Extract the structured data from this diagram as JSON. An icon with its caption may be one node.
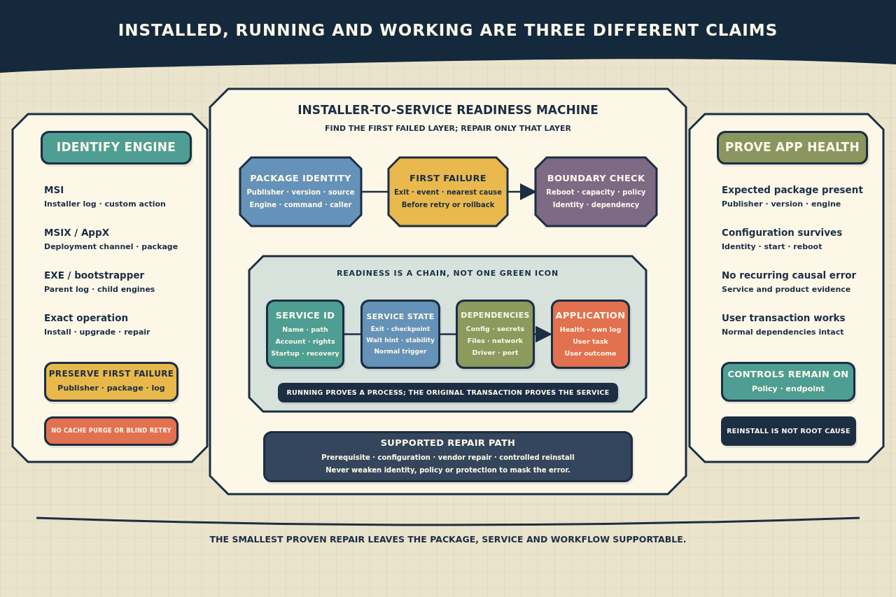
{
  "diagram": {
    "title": "INSTALLED, RUNNING AND WORKING ARE THREE DIFFERENT CLAIMS",
    "caption": "THE SMALLEST PROVEN REPAIR LEAVES THE PACKAGE, SERVICE AND WORKFLOW SUPPORTABLE.",
    "nodes": [
      {
        "text": [
          "MSI",
          "Installer log · custom action",
          "MSIX / AppX",
          "Deployment channel · package",
          "EXE / bootstrapper",
          "Parent log · child engines",
          "Exact operation",
          "Install · upgrade · repair"
        ]
      },
      {
        "text": [
          "IDENTIFY ENGINE"
        ],
        "in": 0
      },
      {
        "text": [
          "PRESERVE FIRST FAILURE",
          "Publisher · package · log"
        ],
        "in": 0
      },
      {
        "text": [
          "NO CACHE PURGE OR BLIND RETRY"
        ],
        "in": 0
      },
      {
        "text": [
          "INSTALLER-TO-SERVICE READINESS MACHINE",
          "FIND THE FIRST FAILED LAYER; REPAIR ONLY THAT LAYER"
        ]
      },
      {
        "text": [
          "PACKAGE IDENTITY",
          "Publisher · version · source",
          "Engine · command · caller"
        ],
        "in": 4
      },
      {
        "text": [
          "FIRST FAILURE",
          "Exit · event · nearest cause",
          "Before retry or rollback"
        ],
        "in": 4
      },
      {
        "text": [
          "BOUNDARY CHECK",
          "Reboot · capacity · policy",
          "Identity · dependency"
        ],
        "in": 4
      },
      {
        "text": [
          "READINESS IS A CHAIN, NOT ONE GREEN ICON"
        ],
        "in": 4
      },
      {
        "text": [
          "SERVICE ID",
          "Name · path",
          "Account · rights",
          "Startup · recovery"
        ],
        "in": 8
      },
      {
        "text": [
          "SERVICE STATE",
          "Exit · checkpoint",
          "Wait hint · stability",
          "Normal trigger"
        ],
        "in": 8
      },
      {
        "text": [
          "DEPENDENCIES",
          "Config · secrets",
          "Files · network",
          "Driver · port"
        ],
        "in": 8
      },
      {
        "text": [
          "APPLICATION",
          "Health · own log",
          "User task",
          "User outcome"
        ],
        "in": 8
      },
      {
        "text": [
          "RUNNING PROVES A PROCESS; THE ORIGINAL TRANSACTION PROVES THE SERVICE"
        ],
        "in": 8
      },
      {
        "text": [
          "SUPPORTED REPAIR PATH",
          "Prerequisite · configuration · vendor repair · controlled reinstall",
          "Never weaken identity, policy or protection to mask the error."
        ],
        "in": 4
      },
      {
        "text": [
          "Expected package present",
          "Publisher · version · engine",
          "Configuration survives",
          "Identity · start · reboot",
          "No recurring causal error",
          "Service and product evidence",
          "User transaction works",
          "Normal dependencies intact"
        ]
      },
      {
        "text": [
          "PROVE APP HEALTH"
        ],
        "in": 15
      },
      {
        "text": [
          "CONTROLS REMAIN ON",
          "Policy · endpoint"
        ],
        "in": 15
      },
      {
        "text": [
          "REINSTALL IS NOT ROOT CAUSE"
        ],
        "in": 15
      }
    ],
    "edges": [
      {
        "from": 5,
        "to": 6,
        "arrow": "none"
      },
      {
        "from": 6,
        "to": 7,
        "arrow": "to"
      },
      {
        "from": 9,
        "to": 10,
        "arrow": "none"
      },
      {
        "from": 10,
        "to": 11,
        "arrow": "none"
      },
      {
        "from": 11,
        "to": 12,
        "arrow": "to"
      }
    ]
  }
}
